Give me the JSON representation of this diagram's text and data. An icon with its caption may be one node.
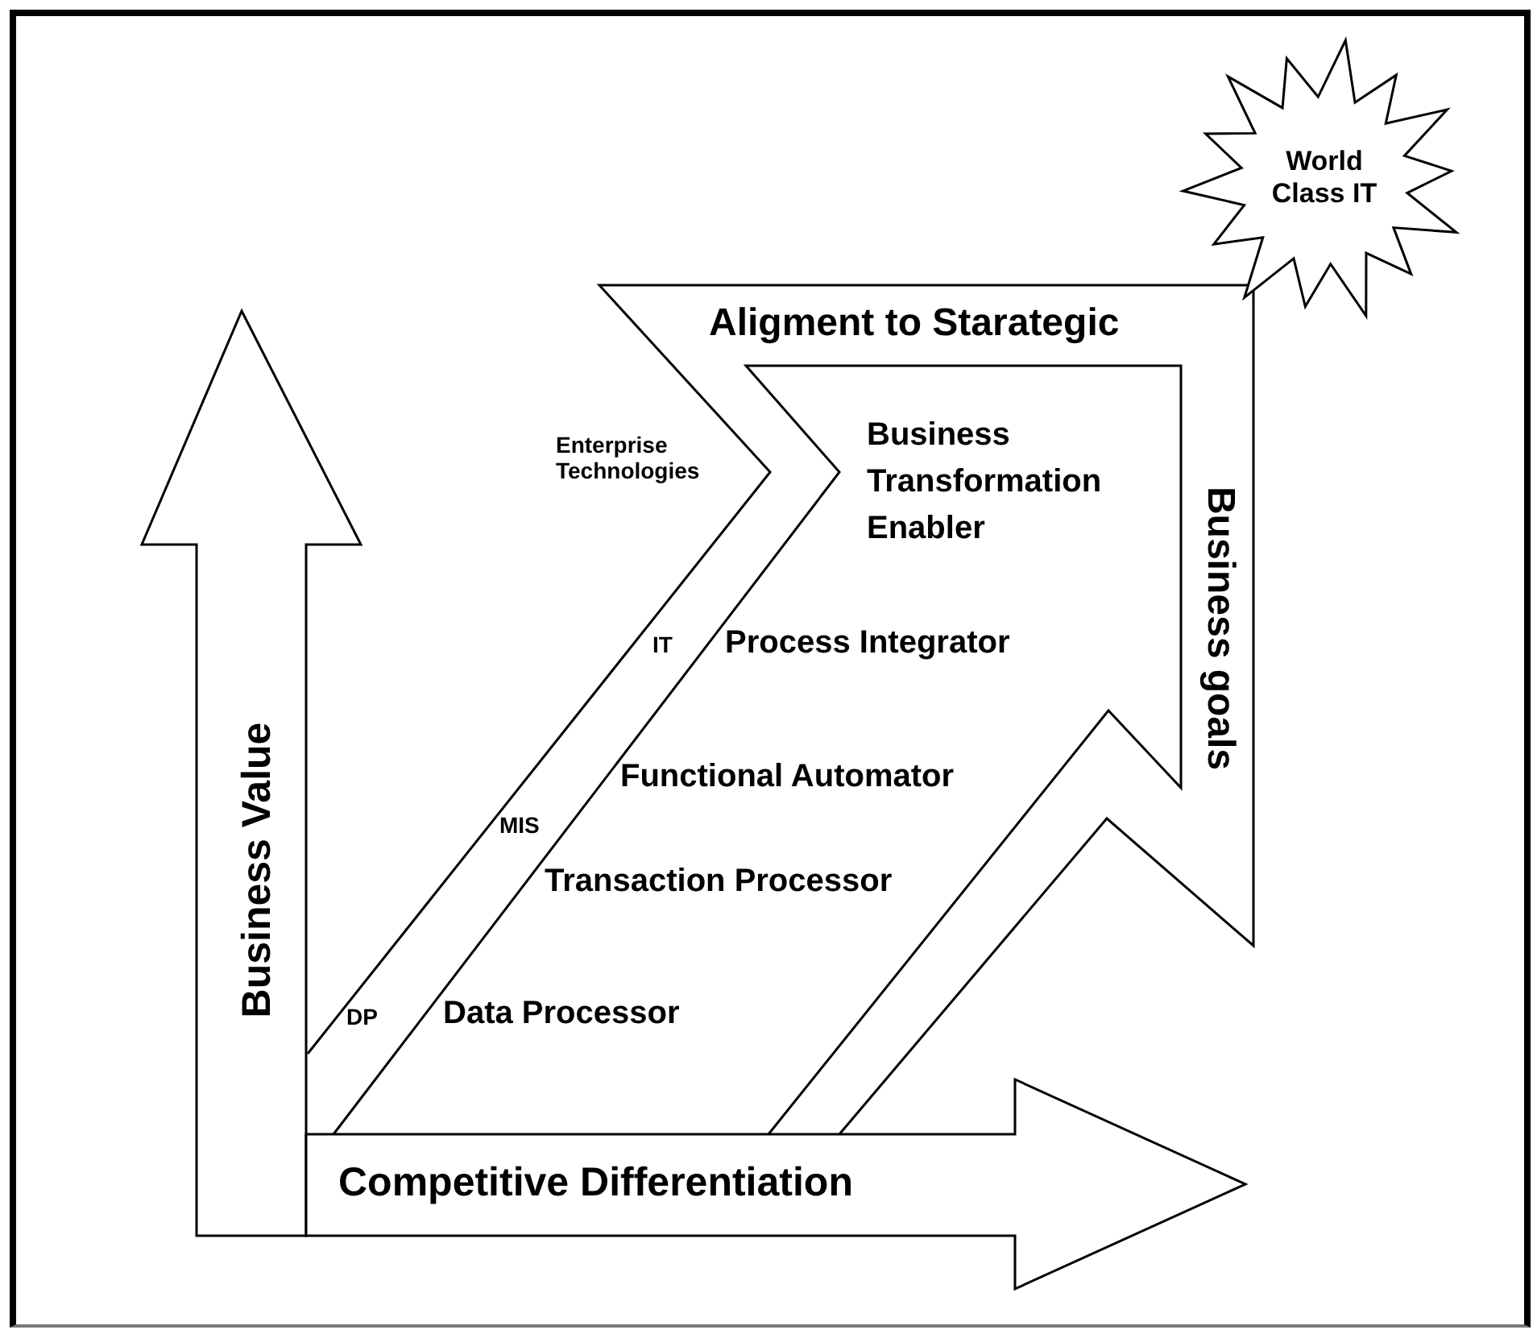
{
  "diagram": {
    "nodes": [
      {
        "text": [
          "Business Value"
        ]
      },
      {
        "text": [
          "Competitive Differentiation"
        ]
      },
      {
        "text": [
          "Aligment to Starategic",
          "Business goals"
        ]
      },
      {
        "text": [
          "World Class IT"
        ]
      }
    ],
    "edges": [],
    "labels": [
      "Enterprise Technologies",
      "Business Transformation Enabler",
      "IT",
      "Process Integrator",
      "Functional Automator",
      "MIS",
      "Transaction Processor",
      "DP",
      "Data Processor"
    ]
  }
}
